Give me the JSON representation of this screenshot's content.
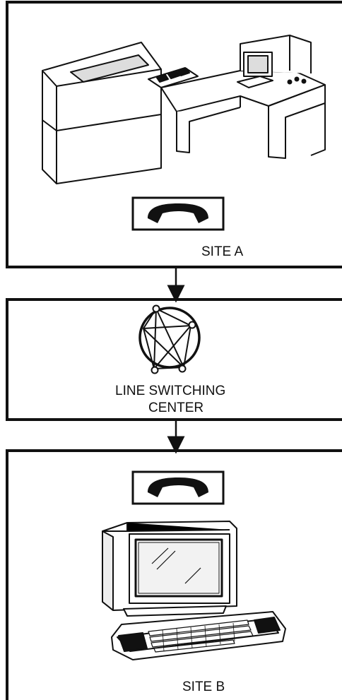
{
  "site_a": {
    "label": "SITE A"
  },
  "switching_center": {
    "label_line1": "LINE SWITCHING",
    "label_line2": "CENTER"
  },
  "site_b": {
    "label": "SITE B"
  }
}
